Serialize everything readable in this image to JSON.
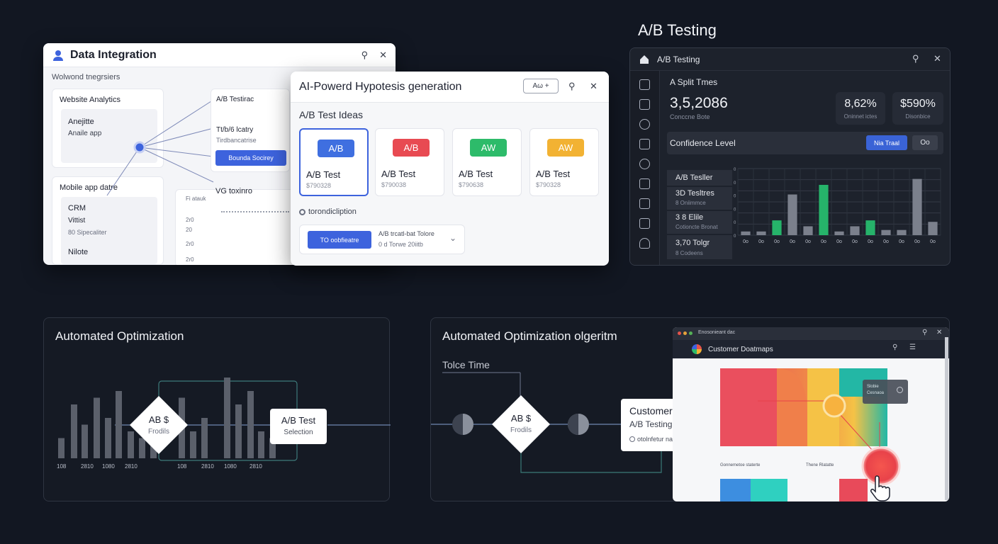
{
  "data_integration": {
    "title": "Data Integration",
    "subtitle": "Wolwond tnegrsiers",
    "website_card": {
      "title": "Website Analytics",
      "line1": "Anejitte",
      "line2": "Anaile app"
    },
    "ab_card": {
      "title": "A/B Testirac",
      "line1": "Tt/b/6 lcatry",
      "line2": "Tirdbancatrise",
      "button": "Bounda Socirey"
    },
    "mobile_card": {
      "title": "Mobile app datre",
      "items": [
        "CRM",
        "Vittist",
        "80 Sipecaliter",
        "Nilote"
      ]
    },
    "vg_card": {
      "title": "VG toxinro",
      "tag": "Fi atauk",
      "ticks": [
        "2r0",
        "20",
        "2r0",
        "2r0"
      ]
    }
  },
  "hypothesis": {
    "title": "AI-Powerd Hypotesis generation",
    "ab_badge": "Aω +",
    "section": "A/B Test Ideas",
    "ideas": [
      {
        "chip": "A/B",
        "color": "#3f6fe0",
        "title": "A/B Test",
        "sub": "$790328"
      },
      {
        "chip": "A/B",
        "color": "#e84a52",
        "title": "A/B Test",
        "sub": "$790038"
      },
      {
        "chip": "AW",
        "color": "#2dbb6a",
        "title": "A/B Test",
        "sub": "$790638"
      },
      {
        "chip": "AW",
        "color": "#f2b233",
        "title": "A/B Test",
        "sub": "$790328"
      }
    ],
    "radio_label": "torondicliption",
    "action_button": "TO oobfieatre",
    "dropdown_line1": "A/B trcatl-bat Tolore",
    "dropdown_line2": "0 d Torwe 20iitb"
  },
  "ab_dashboard": {
    "heading": "A/B Testing",
    "window_title": "A/B Testing",
    "metric_label": "A Split Tmes",
    "metric_value": "3,5,2086",
    "metric_sub": "Conccne Bote",
    "kpis": [
      {
        "value": "8,62%",
        "label": "Oninnet ictes"
      },
      {
        "value": "$590%",
        "label": "Disonbice"
      }
    ],
    "confidence_label": "Confidence Level",
    "toggle_on": "Nia Traal",
    "toggle_off": "Oo",
    "list": [
      {
        "title": "A/B Tesller",
        "sub": ""
      },
      {
        "title": "3D Tesltres",
        "sub": "8 Oniimmce"
      },
      {
        "title": "3 8 Elile",
        "sub": "Cotioncte Bronat"
      },
      {
        "title": "3,70 Tolgr",
        "sub": "8 Codeens"
      }
    ],
    "x_ticks": [
      "0o",
      "0o",
      "0o",
      "0o",
      "0o",
      "0o",
      "0o",
      "0o",
      "0o",
      "0o",
      "0o",
      "0o",
      "0o"
    ],
    "y_ticks": [
      "0",
      "0",
      "0",
      "0",
      "0",
      "0"
    ]
  },
  "chart_data": {
    "type": "bar",
    "categories": [
      "0o",
      "0o",
      "0o",
      "0o",
      "0o",
      "0o",
      "0o",
      "0o",
      "0o",
      "0o",
      "0o",
      "0o",
      "0o"
    ],
    "values": [
      0.5,
      0.5,
      2,
      5.5,
      1.2,
      6.8,
      0.5,
      1.2,
      2,
      0.7,
      0.7,
      7.6,
      1.8
    ],
    "colors": [
      "#7b808c",
      "#7b808c",
      "#26b36a",
      "#7b808c",
      "#7b808c",
      "#26b36a",
      "#7b808c",
      "#7b808c",
      "#26b36a",
      "#7b808c",
      "#7b808c",
      "#7b808c",
      "#7b808c"
    ],
    "ylim": [
      0,
      9
    ]
  },
  "auto_opt": {
    "title": "Automated Optimization",
    "diamond_title": "AB $",
    "diamond_sub": "Frodils",
    "node_title": "A/B Test",
    "node_sub": "Selection",
    "bars": [
      3,
      8,
      5,
      9,
      6,
      10,
      4,
      3,
      2,
      9,
      4,
      6,
      12,
      8,
      10,
      4,
      3
    ],
    "x_ticks": [
      "108",
      "2810",
      "1080",
      "2810",
      "108",
      "2810",
      "1080",
      "2810"
    ]
  },
  "auto_opt_algo": {
    "title": "Automated Optimization olgeritm",
    "tole_label": "Tolce Time",
    "diamond_title": "AB $",
    "diamond_sub": "Frodils",
    "node_title": "Customer behavior",
    "node_sub": "A/B Testing",
    "node_footer": "otolnfetur natrd"
  },
  "customer_heatmaps": {
    "window_title": "Enosonieant dac",
    "title": "Customer Doatmaps",
    "tooltip": "Slobie Cesnaoa",
    "bottom_label1": "Gonnemetoe staterte",
    "bottom_label2": "Thene Rlatatte"
  }
}
